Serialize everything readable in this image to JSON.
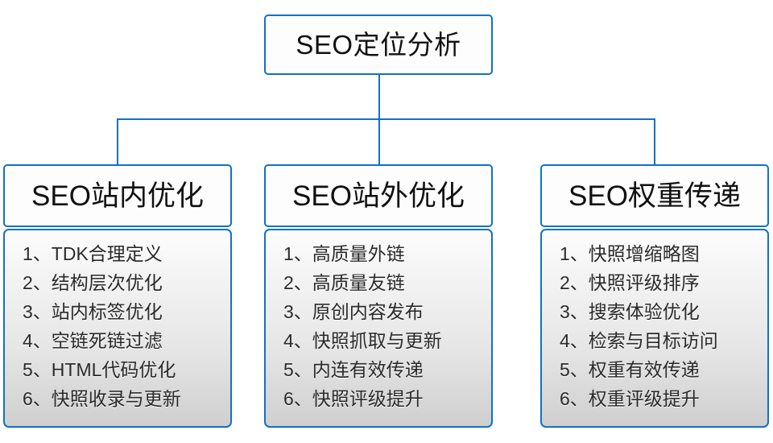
{
  "diagram": {
    "root": {
      "label": "SEO定位分析"
    },
    "colors": {
      "border": "#1371c3",
      "connector": "#1371c3",
      "header_fill": "#fdfdfd",
      "body_fill_top": "#fdfdfd",
      "body_fill_bottom": "#cfcfcf",
      "text": "#111111",
      "item_text": "#2a2a2a"
    },
    "branches": [
      {
        "header": "SEO站内优化",
        "items": [
          "1、TDK合理定义",
          "2、结构层次优化",
          "3、站内标签优化",
          "4、空链死链过滤",
          "5、HTML代码优化",
          "6、快照收录与更新"
        ]
      },
      {
        "header": "SEO站外优化",
        "items": [
          "1、高质量外链",
          "2、高质量友链",
          "3、原创内容发布",
          "4、快照抓取与更新",
          "5、内连有效传递",
          "6、快照评级提升"
        ]
      },
      {
        "header": "SEO权重传递",
        "items": [
          "1、快照增缩略图",
          "2、快照评级排序",
          "3、搜索体验优化",
          "4、检索与目标访问",
          "5、权重有效传递",
          "6、权重评级提升"
        ]
      }
    ]
  }
}
